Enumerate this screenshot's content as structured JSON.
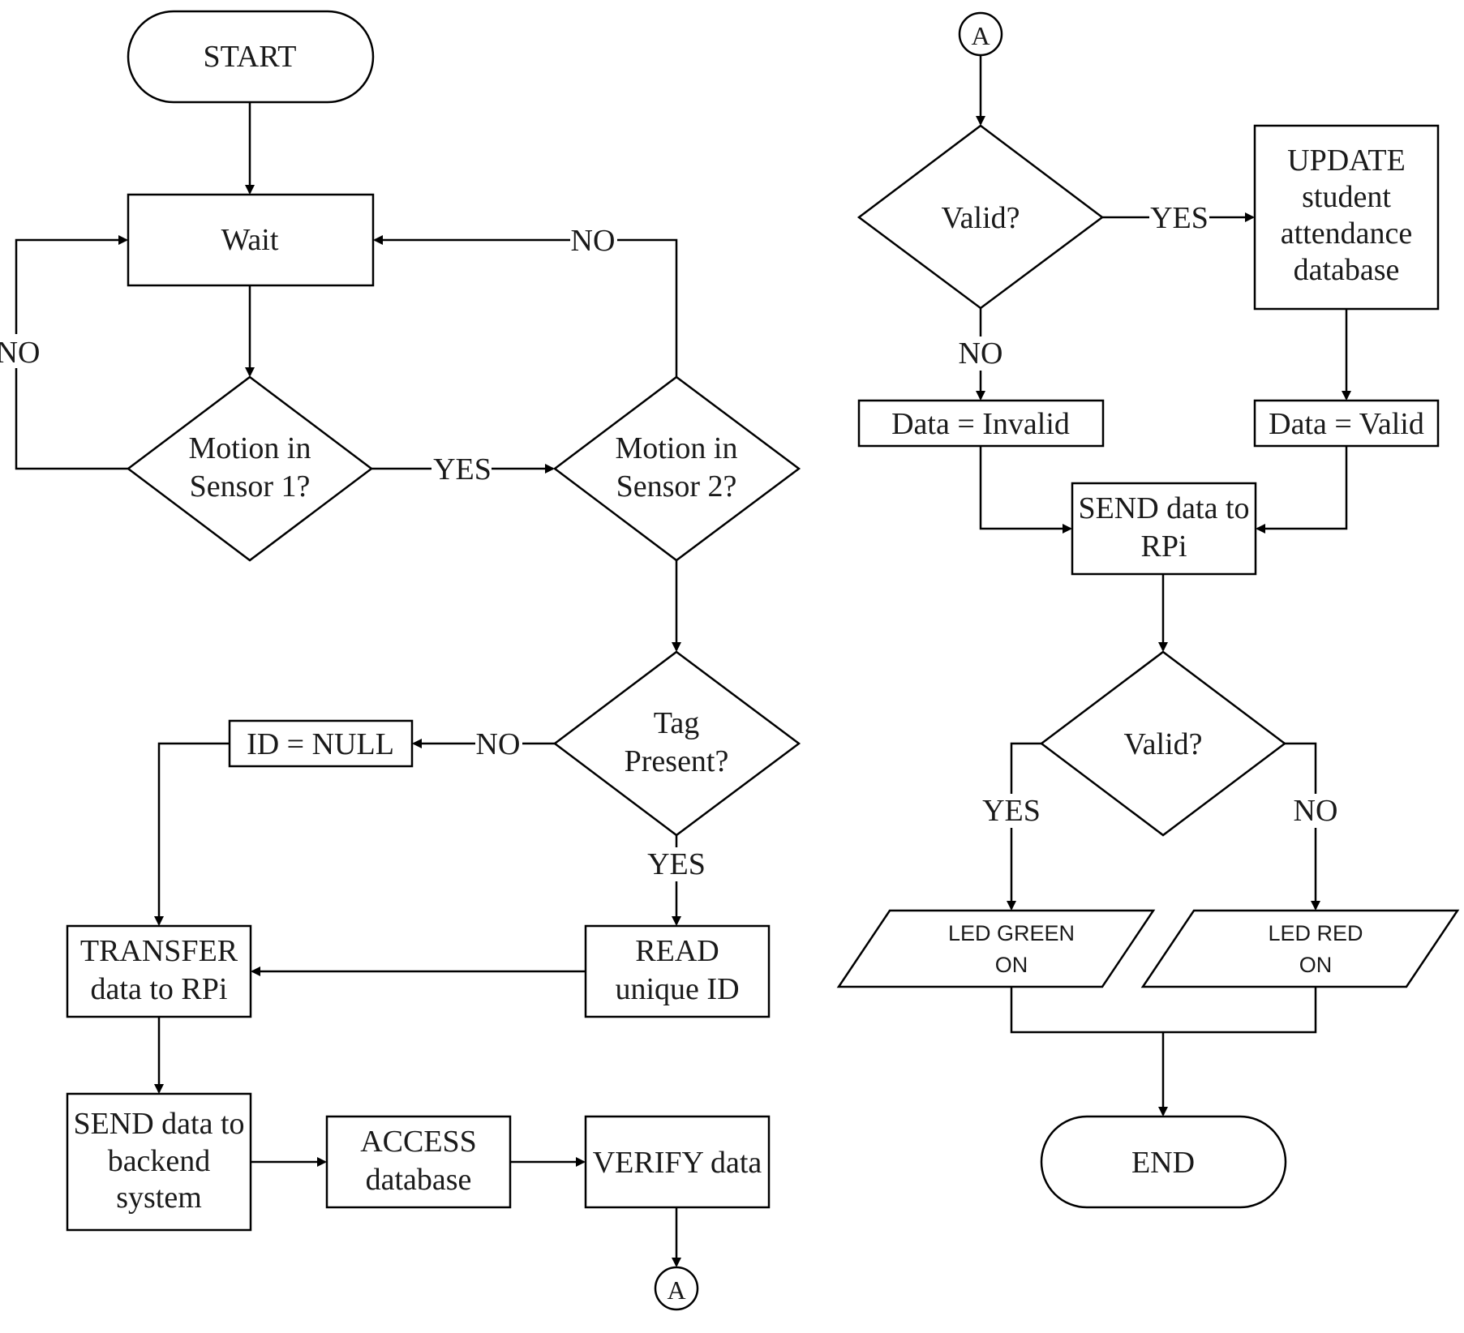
{
  "nodes": {
    "start": [
      "START"
    ],
    "wait": [
      "Wait"
    ],
    "sensor1": [
      "Motion in",
      "Sensor 1?"
    ],
    "sensor2": [
      "Motion in",
      "Sensor 2?"
    ],
    "tag": [
      "Tag",
      "Present?"
    ],
    "idnull": [
      "ID = NULL"
    ],
    "read": [
      "READ",
      "unique ID"
    ],
    "transfer": [
      "TRANSFER",
      "data to RPi"
    ],
    "sendback": [
      "SEND data to",
      "backend",
      "system"
    ],
    "access": [
      "ACCESS",
      "database"
    ],
    "verify": [
      "VERIFY data"
    ],
    "connA1": [
      "A"
    ],
    "connA2": [
      "A"
    ],
    "valid1": [
      "Valid?"
    ],
    "update": [
      "UPDATE",
      "student",
      "attendance",
      "database"
    ],
    "datainvalid": [
      "Data = Invalid"
    ],
    "datavalid": [
      "Data = Valid"
    ],
    "sendrpi": [
      "SEND data to",
      "RPi"
    ],
    "valid2": [
      "Valid?"
    ],
    "ledgreen": [
      "LED GREEN",
      "ON"
    ],
    "ledred": [
      "LED RED",
      "ON"
    ],
    "end": [
      "END"
    ]
  },
  "edge_labels": {
    "s1_no": "NO",
    "s1_yes": "YES",
    "s2_no": "NO",
    "tag_no": "NO",
    "tag_yes": "YES",
    "v1_yes": "YES",
    "v1_no": "NO",
    "v2_yes": "YES",
    "v2_no": "NO"
  },
  "colors": {
    "stroke": "#000000",
    "fill": "#ffffff",
    "text": "#1a1a1a"
  }
}
